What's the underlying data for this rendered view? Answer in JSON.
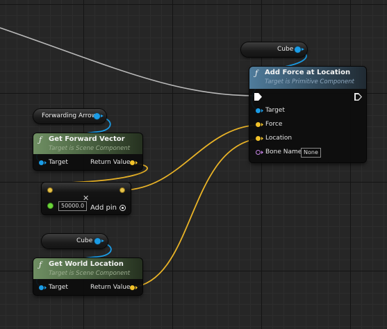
{
  "canvas": {
    "background": "#262626"
  },
  "nodes": {
    "cube_top": {
      "label": "Cube"
    },
    "add_force": {
      "title": "Add Force at Location",
      "subtitle": "Target is Primitive Component",
      "pins": {
        "target": "Target",
        "force": "Force",
        "location": "Location",
        "bone_name": "Bone Name"
      },
      "bone_name_value": "None"
    },
    "forwarding_arrow": {
      "label": "Forwarding Arrow"
    },
    "get_forward_vector": {
      "title": "Get Forward Vector",
      "subtitle": "Target is Scene Component",
      "target": "Target",
      "return_value": "Return Value"
    },
    "multiply": {
      "value": "50000.0",
      "add_pin": "Add pin"
    },
    "cube_bottom": {
      "label": "Cube"
    },
    "get_world_location": {
      "title": "Get World Location",
      "subtitle": "Target is Scene Component",
      "target": "Target",
      "return_value": "Return Value"
    }
  },
  "icons": {
    "function": "function-icon",
    "exec": "exec-pin-icon",
    "add": "add-pin-icon",
    "remove": "close-icon"
  },
  "colors": {
    "object_pin": "#1a9ce6",
    "vector_pin": "#f2c22a",
    "float_pin": "#6cd53a",
    "name_pin": "#c785e8",
    "exec_wire": "#bfbfbf"
  }
}
